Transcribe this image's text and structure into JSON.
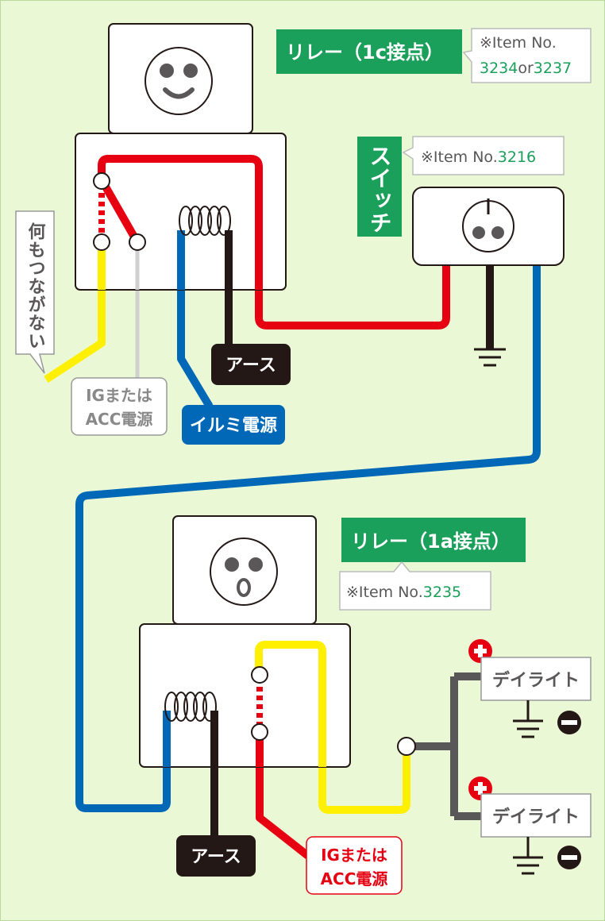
{
  "colors": {
    "background": "#eaf8d6",
    "green_label": "#1aa05a",
    "wire_red": "#e60012",
    "wire_yellow": "#ffef00",
    "wire_blue": "#0068b7",
    "wire_black": "#231815",
    "wire_gray": "#595757",
    "wire_white": "#d9d9d9"
  },
  "relay1": {
    "title": "リレー（1c接点）",
    "note_line1": "※Item No.",
    "note_line2_a": "3234",
    "note_line2_b": "or",
    "note_line2_c": "3237",
    "face": "smile-face-icon"
  },
  "switch": {
    "title": "スイッチ",
    "note_prefix": "※Item No.",
    "note_number": "3216",
    "icon": "power-icon"
  },
  "relay2": {
    "title": "リレー（1a接点）",
    "note_prefix": "※Item No.",
    "note_number": "3235",
    "face": "surprised-face-icon"
  },
  "labels": {
    "nothing_connected": "何もつながない",
    "ig_acc_1_line1": "IGまたは",
    "ig_acc_1_line2": "ACC電源",
    "illumi": "イルミ電源",
    "earth_1": "アース",
    "earth_2": "アース",
    "ig_acc_2_line1": "IGまたは",
    "ig_acc_2_line2": "ACC電源",
    "daylight_1": "デイライト",
    "daylight_2": "デイライト"
  }
}
